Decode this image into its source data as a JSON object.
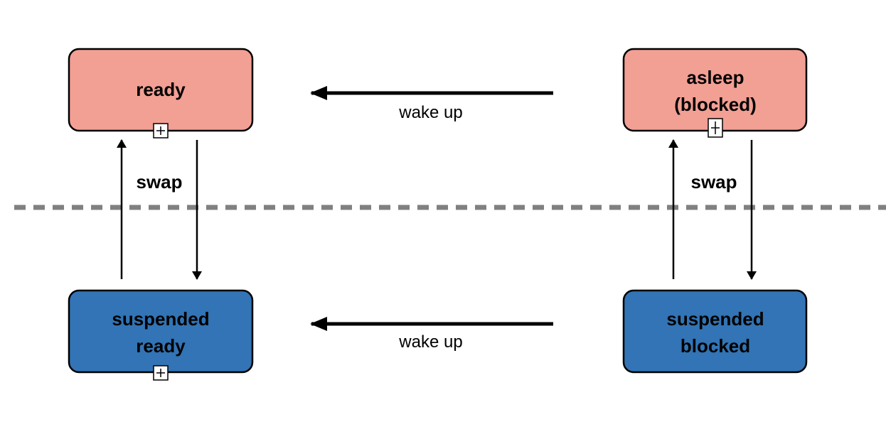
{
  "colors": {
    "upper_state_fill": "#F29F94",
    "lower_state_fill": "#3274B5",
    "divider": "#808080",
    "arrow": "#000000"
  },
  "states": {
    "ready": {
      "lines": [
        "ready"
      ]
    },
    "asleep": {
      "lines": [
        "asleep",
        "(blocked)"
      ]
    },
    "suspended_ready": {
      "lines": [
        "suspended",
        "ready"
      ]
    },
    "suspended_blocked": {
      "lines": [
        "suspended",
        "blocked"
      ]
    }
  },
  "edges": {
    "wake_up_top": "wake up",
    "wake_up_bottom": "wake up",
    "swap_left": "swap",
    "swap_right": "swap"
  },
  "icons": [
    "expand-plus-icon"
  ]
}
